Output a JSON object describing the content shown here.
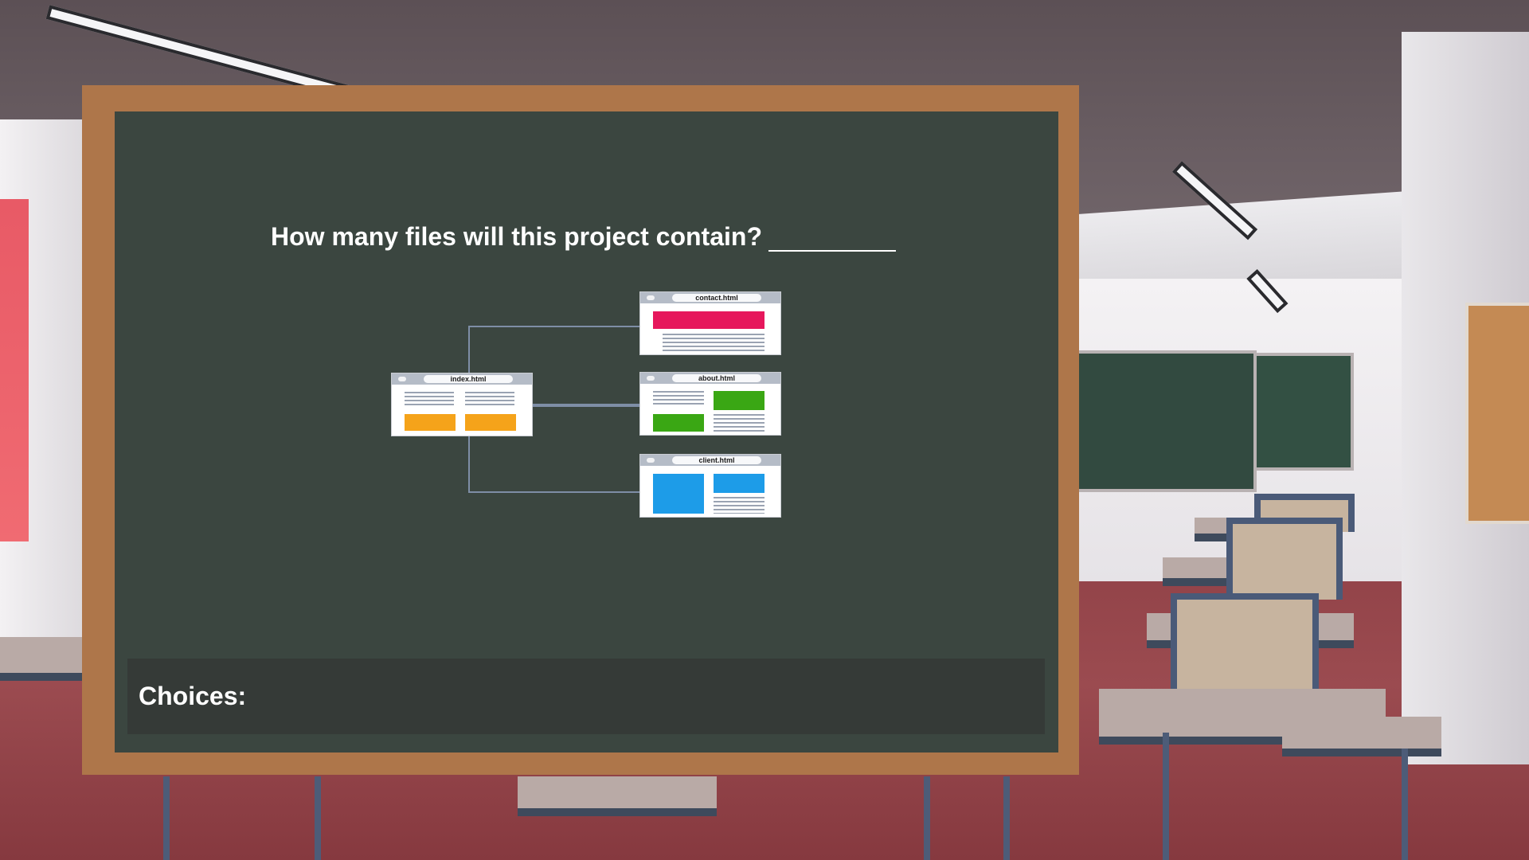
{
  "question": {
    "text": "How many files will this project contain?"
  },
  "diagram": {
    "root": {
      "filename": "index.html",
      "accent_color": "#f5a31a"
    },
    "children": [
      {
        "filename": "contact.html",
        "accent_color": "#e6175c"
      },
      {
        "filename": "about.html",
        "accent_color": "#3aa714"
      },
      {
        "filename": "client.html",
        "accent_color": "#1d9ce8"
      }
    ],
    "connector_color": "#7e8ea6"
  },
  "choices": {
    "label": "Choices:"
  },
  "colors": {
    "board": "#3b4640",
    "frame": "#ae764a"
  }
}
